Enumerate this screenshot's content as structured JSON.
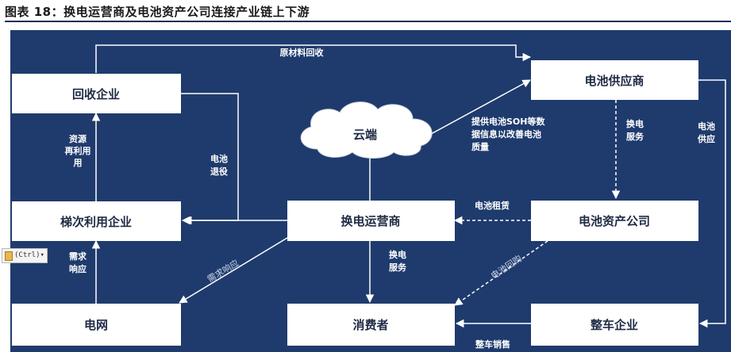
{
  "title": "图表 18：换电运营商及电池资产公司连接产业链上下游",
  "nodes": {
    "recycling": "回收企业",
    "battery_supplier": "电池供应商",
    "cloud": "云端",
    "cascade": "梯次利用企业",
    "operator": "换电运营商",
    "asset_company": "电池资产公司",
    "grid": "电网",
    "consumer": "消费者",
    "oem": "整车企业"
  },
  "edges": {
    "raw_material": "原材料回收",
    "resource_reuse": [
      "资源",
      "再利用",
      "用"
    ],
    "battery_retire": [
      "电池",
      "退役"
    ],
    "soh_data": [
      "提供电池SOH等数",
      "据信息以改善电池",
      "质量"
    ],
    "swap_service_right": [
      "换电",
      "服务"
    ],
    "battery_supply": [
      "电池",
      "供应"
    ],
    "battery_lease": "电池租赁",
    "demand_response_left": [
      "需求",
      "响应"
    ],
    "demand_response_diag": "需求响应",
    "swap_service_mid": [
      "换电",
      "服务"
    ],
    "battery_buyback": "电池回购",
    "vehicle_sales": "整车销售"
  },
  "overlay": {
    "ctrl_label": "(Ctrl)▾"
  },
  "colors": {
    "panel": "#1f3b6d",
    "box": "#ffffff",
    "arrow": "#ffffff",
    "title_rule": "#1c2d57"
  }
}
